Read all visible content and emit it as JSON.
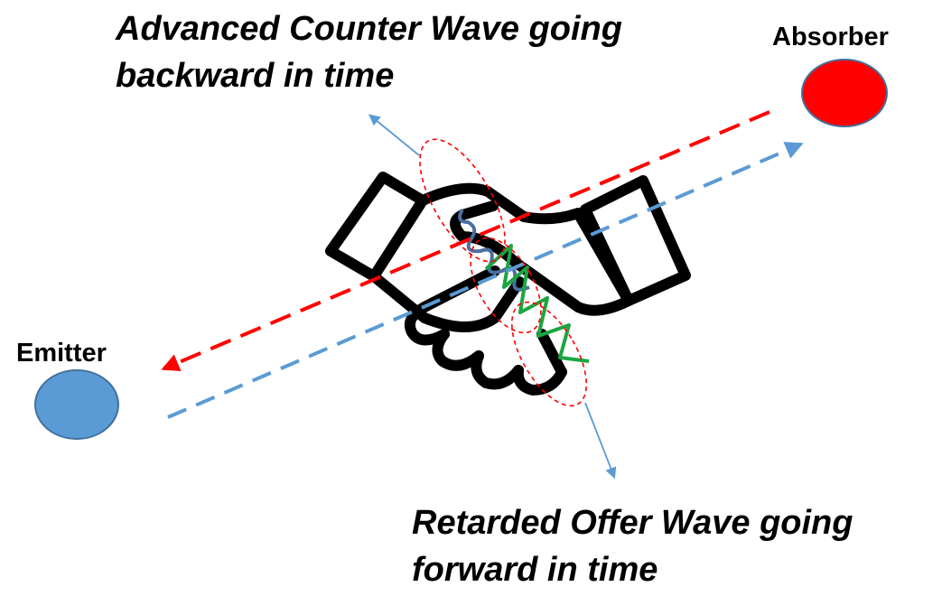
{
  "labels": {
    "advanced_wave_line1": "Advanced Counter Wave going",
    "advanced_wave_line2": "backward in time",
    "retarded_wave_line1": "Retarded Offer Wave going",
    "retarded_wave_line2": "forward in time",
    "absorber": "Absorber",
    "emitter": "Emitter"
  },
  "colors": {
    "absorber_fill": "#ff0000",
    "emitter_fill": "#5b9bd5",
    "node_stroke": "#41719c",
    "advanced_wave": "#ff0000",
    "retarded_wave": "#5b9bd5",
    "callout_ellipse": "#ff0000",
    "callout_arrow": "#5b9bd5",
    "wave_blue": "#4a6fa0",
    "wave_green": "#1aa640",
    "handshake_outline": "#000000"
  },
  "icons": {
    "handshake": "handshake-icon",
    "absorber": "absorber-node",
    "emitter": "emitter-node"
  }
}
